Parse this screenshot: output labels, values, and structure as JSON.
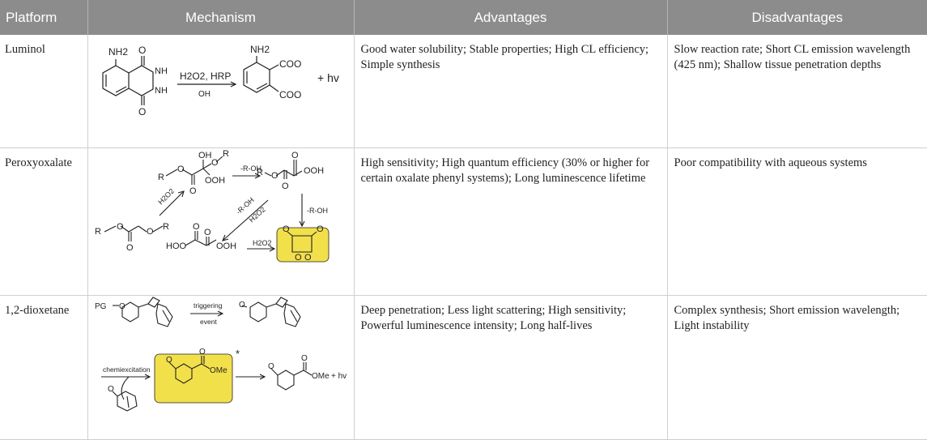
{
  "header": {
    "platform": "Platform",
    "mechanism": "Mechanism",
    "advantages": "Advantages",
    "disadvantages": "Disadvantages"
  },
  "colors": {
    "header_bg": "#8c8c8c",
    "highlight": "#f2e04b",
    "grid": "#cfcfcf"
  },
  "rows": [
    {
      "platform": "Luminol",
      "advantages": "Good water solubility; Stable properties; High CL efficiency; Simple synthesis",
      "disadvantages": "Slow reaction rate; Short CL emission wavelength (425 nm); Shallow tissue penetration depths",
      "scheme": {
        "nh2": "NH2",
        "nh": "NH",
        "reagents": "H2O2, HRP",
        "base": "OH",
        "coo": "COO",
        "hv": "+ hv"
      }
    },
    {
      "platform": "Peroxyoxalate",
      "advantages": "High sensitivity; High quantum efficiency (30% or higher for certain oxalate phenyl systems); Long luminescence lifetime",
      "disadvantages": "Poor compatibility with aqueous systems",
      "scheme": {
        "r": "R",
        "o": "O",
        "oh": "OH",
        "ooh": "OOH",
        "hoo": "HOO",
        "loss_roh": "-R-OH",
        "h2o2": "H2O2"
      }
    },
    {
      "platform": "1,2-dioxetane",
      "advantages": "Deep penetration; Less light scattering; High sensitivity; Powerful luminescence intensity; Long half-lives",
      "disadvantages": "Complex synthesis; Short emission wavelength; Light instability",
      "scheme": {
        "pg": "PG",
        "trigger_1": "triggering",
        "trigger_2": "event",
        "chemiexcitation": "chemiexcitation",
        "ome": "OMe",
        "hv": "+ hv",
        "star": "*",
        "o": "O"
      }
    }
  ]
}
